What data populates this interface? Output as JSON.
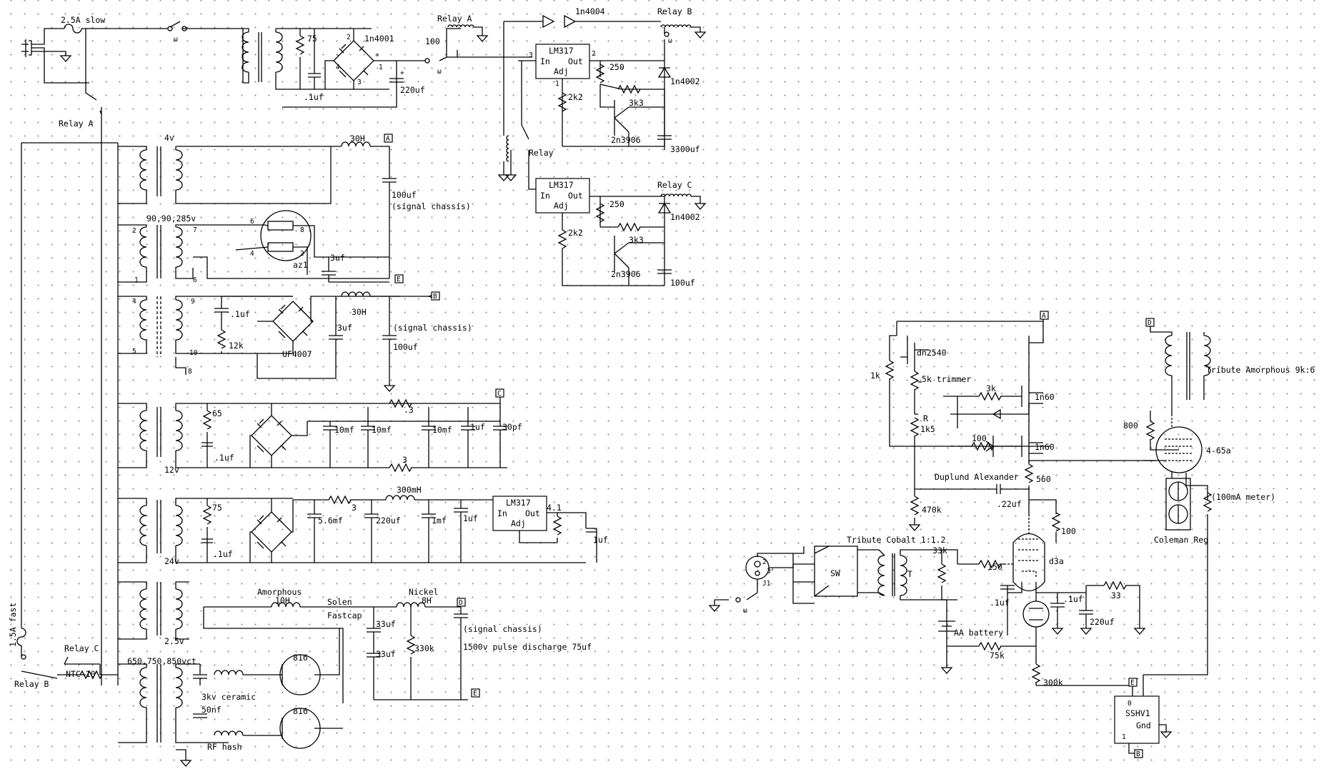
{
  "labels": {
    "fuse_main": "2.5A slow",
    "relay_a_top": "Relay A",
    "relay_a_left": "Relay A",
    "relay_b_top": "Relay B",
    "relay_b_left": "Relay B",
    "relay_c_top": "Relay C",
    "relay_c_left": "Relay C",
    "relay_mid": "Relay",
    "d_1n4004": "1n4004",
    "d_1n4001": "1n4001",
    "d_1n4002_a": "1n4002",
    "d_1n4002_b": "1n4002",
    "r75_top": "75",
    "c_01uf_top": ".1uf",
    "c_220uf_top": "220uf",
    "r100_top": "100",
    "reg1": "LM317",
    "reg2": "LM317",
    "reg3": "LM317",
    "reg_in": "In",
    "reg_out": "Out",
    "reg_adj": "Adj",
    "r250_a": "250",
    "r250_b": "250",
    "r2k2_a": "2k2",
    "r2k2_b": "2k2",
    "r3k3_a": "3k3",
    "r3k3_b": "3k3",
    "q2n3906_a": "2n3906",
    "q2n3906_b": "2n3906",
    "c3300uf": "3300uf",
    "c100uf_reg": "100uf",
    "t4v": "4v",
    "l30h_a": "30H",
    "c100uf_a": "100uf",
    "sig_chassis_a": "(signal chassis)",
    "t90": "90,90,285v",
    "tube_az1": "az1",
    "c3uf_a": "3uf",
    "c1uf_b": ".1uf",
    "r12k": "12k",
    "uf4007": "UF4007",
    "l30h_b": "30H",
    "c3uf_b": "3uf",
    "sig_chassis_b": "(signal chassis)",
    "c100uf_b": "100uf",
    "r65": "65",
    "c_01uf_c": ".1uf",
    "t12v": "12v",
    "c10mf_a": "10mf",
    "c10mf_b": "10mf",
    "c10mf_c": "10mf",
    "r_dot3": ".3",
    "c1uf_c": "1uf",
    "c30pf": "30pf",
    "r3_c": "3",
    "r75_d": "75",
    "c_01uf_d": ".1uf",
    "t24v": "24v",
    "c56mf": "5.6mf",
    "r3_d": "3",
    "l300mh": "300mH",
    "c220uf_d": "220uf",
    "c1mf": "1mf",
    "c1uf_d": "1uf",
    "r41": "4.1",
    "c1uf_e": "1uf",
    "t25v": "2.5v",
    "amorphous": "Amorphous",
    "l10h": "10H",
    "solen": "Solen",
    "fastcap": "Fastcap",
    "nickel": "Nickel",
    "l8h": "8H",
    "c33uf_a": "33uf",
    "c33uf_b": "33uf",
    "r330k": "330k",
    "sig_chassis_c": "(signal chassis)",
    "pulse": "1500v pulse discharge 75uf",
    "t650": "650,750,850vct",
    "c3kv": "3kv ceramic",
    "c50nf": "50nf",
    "rfhash": "RF hash",
    "tube816_a": "816",
    "tube816_b": "816",
    "fuse_fast": "1.5A fast",
    "ntc": "NTC 10",
    "dn2540": "dn2540",
    "r1k": "1k",
    "r5k": "5k trimmer",
    "r3k": "3k",
    "q1n60_a": "1n60",
    "q1n60_b": "1n60",
    "rR": "R",
    "r1k5": "1k5",
    "r100_s": "100",
    "duplund": "Duplund Alexander",
    "r560": "560",
    "r470k": "470k",
    "c22uf": ".22uf",
    "r100_g": "100",
    "t_cobalt": "Tribute Cobalt 1:1.2",
    "sw": "SW",
    "t_T": "T",
    "r33k": "33k",
    "r150": "150",
    "tube_d3a": "d3a",
    "c1uf_s1": ".1uf",
    "c1uf_s2": ".1uf",
    "r33": "33",
    "c220uf_s": "220uf",
    "aa": "AA battery",
    "r75k": "75k",
    "r300k": "300k",
    "j1": "J1",
    "t_amorph": "Tribute Amorphous 9k:6",
    "r800": "800",
    "tube_465a": "4-65a",
    "meter": "(100mA meter)",
    "coleman": "Coleman Reg",
    "sshv": "SSHV1",
    "sshv_gnd": "Gnd",
    "tag_A": "A",
    "tag_B": "B",
    "tag_C": "C",
    "tag_D": "D",
    "tag_E": "E"
  }
}
